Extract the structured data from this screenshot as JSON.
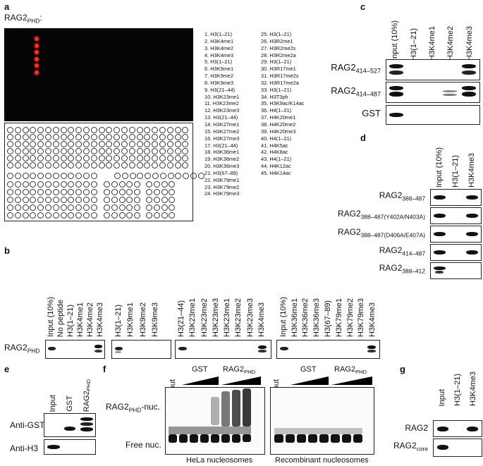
{
  "panel_a": {
    "letter": "a",
    "title": "RAG2",
    "title_sub": "PHD",
    "title_suffix": ":",
    "peptides_col1": [
      "1. H3(1–21)",
      "2. H3K4me1",
      "3. H3K4me2",
      "4. H3K4me3",
      "5. H3(1–21)",
      "6. H3K9me1",
      "7. H3K9me2",
      "8. H3K9me3",
      "9. H3(21–44)",
      "10. H3K23me1",
      "11. H3K23me2",
      "12. H3K23me3",
      "13. H3(21–44)",
      "14. H3K27me1",
      "15. H3K27me2",
      "16. H3K27me3",
      "17. H3(21–44)",
      "18. H3K36me1",
      "19. H3K36me2",
      "20. H3K36me3",
      "21. H3(67–89)",
      "22. H3K79me1",
      "23. H3K79me2",
      "24. H3K79me3"
    ],
    "peptides_col2": [
      "25. H3(1–21)",
      "26. H3R2me1",
      "27. H3R2me2s",
      "28. H3R2me2a",
      "29. H3(1–21)",
      "30. H3R17me1",
      "31. H3R17me2s",
      "32. H3R17me2a",
      "33. H3(1–21)",
      "34. H3T3ph",
      "35. H3K9ac/K14ac",
      "36. H4(1–21)",
      "37. H4K20me1",
      "38. H4K20me2",
      "39. H4K20me3",
      "40. H4(1–21)",
      "41. H4K5ac",
      "42. H4K8ac",
      "43. H4(1–21)",
      "44. H4K12ac",
      "45. H4K14ac"
    ]
  },
  "panel_b": {
    "letter": "b",
    "row_label": "RAG2",
    "row_label_sub": "PHD",
    "group1": [
      "Input (10%)",
      "No peptide",
      "H3(1–21)",
      "H3K4me1",
      "H3K4me2",
      "H3K4me3"
    ],
    "group2": [
      "H3(1–21)",
      "H3K9me1",
      "H3K9me2",
      "H3K9me3"
    ],
    "group3": [
      "H3(21–44)",
      "H3K23me1",
      "H3K23me2",
      "H3K23me3",
      "H3K23me1",
      "H3K23me2",
      "H3K23me3",
      "H3K4me3"
    ],
    "group4": [
      "Input (10%)",
      "H3K36me1",
      "H3K36me2",
      "H3K36me3",
      "H3(67–89)",
      "H3K79me1",
      "H3K79me2",
      "H3K79me3",
      "H3K4me3"
    ]
  },
  "panel_c": {
    "letter": "c",
    "lanes": [
      "Input (10%)",
      "H3(1–21)",
      "H3K4me1",
      "H3K4me2",
      "H3K4me3"
    ],
    "rows": [
      {
        "label": "RAG2",
        "sub": "414–527"
      },
      {
        "label": "RAG2",
        "sub": "414–487"
      },
      {
        "label": "GST",
        "sub": ""
      }
    ]
  },
  "panel_d": {
    "letter": "d",
    "lanes": [
      "Input (10%)",
      "H3(1–21)",
      "H3K4me3"
    ],
    "rows": [
      {
        "label": "RAG2",
        "sub": "388–487"
      },
      {
        "label": "RAG2",
        "sub": "388–487(Y402A/N403A)"
      },
      {
        "label": "RAG2",
        "sub": "388–487(D406A/E407A)"
      },
      {
        "label": "RAG2",
        "sub": "414–487"
      },
      {
        "label": "RAG2",
        "sub": "388–412"
      }
    ]
  },
  "panel_e": {
    "letter": "e",
    "lanes": [
      "Input",
      "GST",
      "RAG2"
    ],
    "lane3_sub": "PHD",
    "rows": [
      "Anti-GST",
      "Anti-H3"
    ]
  },
  "panel_f": {
    "letter": "f",
    "input": "Input",
    "gst": "GST",
    "rag": "RAG2",
    "rag_sub": "PHD",
    "row_upper": "RAG2",
    "row_upper_sub": "PHD",
    "row_upper_suffix": "-nuc.",
    "row_lower": "Free nuc.",
    "caption_left": "HeLa nucleosomes",
    "caption_right": "Recombinant nucleosomes"
  },
  "panel_g": {
    "letter": "g",
    "lanes": [
      "Input",
      "H3(1–21)",
      "H3K4me3"
    ],
    "rows": [
      {
        "label": "RAG2",
        "sub": ""
      },
      {
        "label": "RAG2",
        "sub": "core"
      }
    ]
  }
}
